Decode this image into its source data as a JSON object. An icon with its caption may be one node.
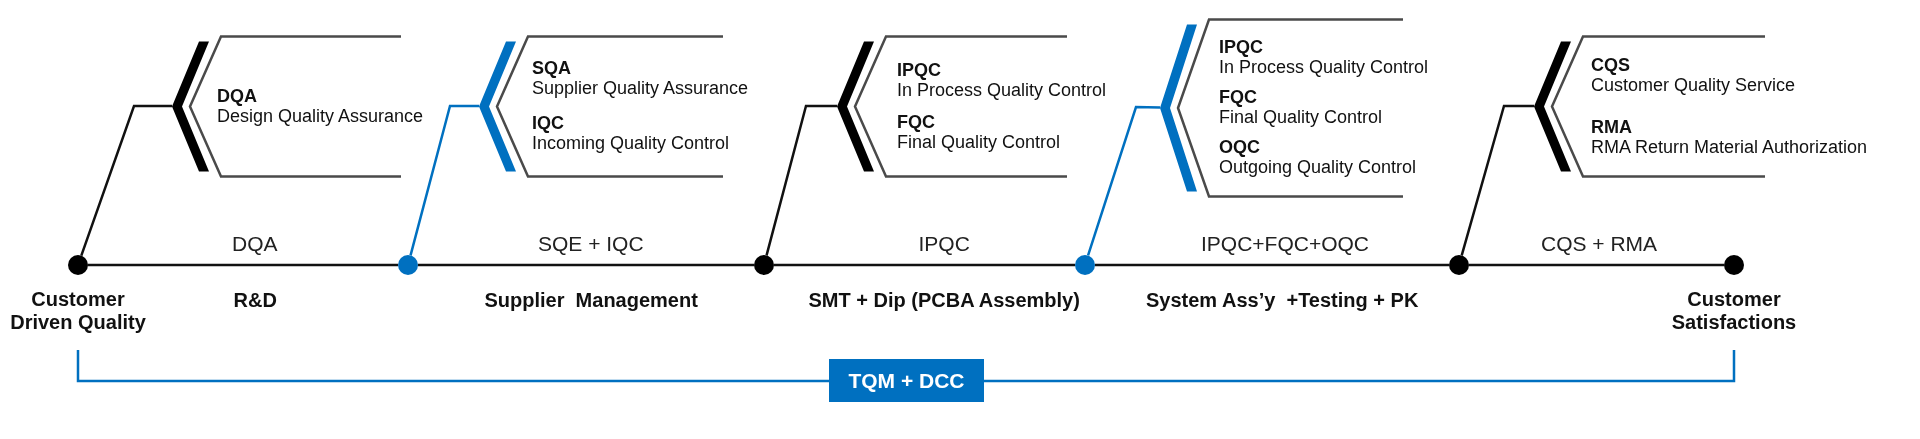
{
  "diagram": {
    "nodes": [
      {
        "text": [
          "DQA",
          "Design Quality Assurance"
        ]
      },
      {
        "text": [
          "SQA",
          "Supplier Quality Assurance",
          "IQC",
          "Incoming Quality Control"
        ]
      },
      {
        "text": [
          "IPQC",
          "In Process Quality Control",
          "FQC",
          "Final Quality Control"
        ]
      },
      {
        "text": [
          "IPQC",
          "In Process Quality Control",
          "FQC",
          "Final Quality Control",
          "OQC",
          "Outgoing Quality Control"
        ]
      },
      {
        "text": [
          "CQS",
          "Customer Quality Service",
          "RMA",
          "RMA Return Material Authorization"
        ]
      },
      {
        "text": [],
        "shape": "circle",
        "beside": [
          "Customer Driven Quality"
        ]
      },
      {
        "text": [],
        "shape": "circle"
      },
      {
        "text": [],
        "shape": "circle"
      },
      {
        "text": [],
        "shape": "circle"
      },
      {
        "text": [],
        "shape": "circle"
      },
      {
        "text": [],
        "shape": "circle",
        "beside": [
          "Customer Satisfactions"
        ]
      },
      {
        "text": [
          "TQM + DCC"
        ]
      }
    ],
    "edges": [
      {
        "from": 5,
        "to": 0,
        "arrow": "none"
      },
      {
        "from": 6,
        "to": 1,
        "arrow": "none",
        "color": "#0070c0"
      },
      {
        "from": 7,
        "to": 2,
        "arrow": "none"
      },
      {
        "from": 8,
        "to": 3,
        "arrow": "none",
        "color": "#0070c0"
      },
      {
        "from": 9,
        "to": 4,
        "arrow": "none"
      },
      {
        "from": 5,
        "to": 6,
        "arrow": "none",
        "label": "DQA"
      },
      {
        "from": 6,
        "to": 7,
        "arrow": "none",
        "label": "SQE + IQC"
      },
      {
        "from": 7,
        "to": 8,
        "arrow": "none",
        "label": "IPQC"
      },
      {
        "from": 8,
        "to": 9,
        "arrow": "none",
        "label": "IPQC+FQC+OQC"
      },
      {
        "from": 9,
        "to": 10,
        "arrow": "none",
        "label": "CQS + RMA"
      }
    ],
    "labels": [
      "R&D",
      "Supplier  Management",
      "SMT + Dip (PCBA Assembly)",
      "System Ass’y  +Testing + PK"
    ]
  }
}
